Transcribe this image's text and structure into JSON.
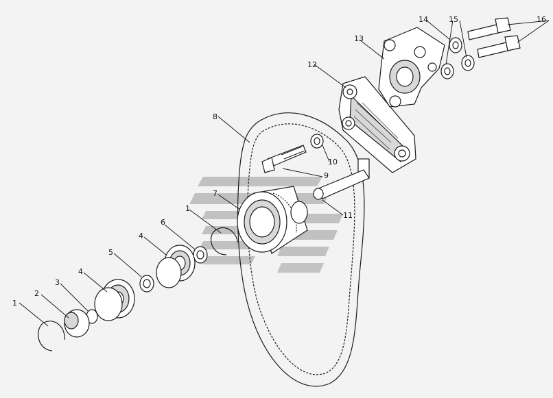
{
  "callouts": [
    {
      "id": "c1a",
      "text": "1"
    },
    {
      "id": "c2",
      "text": "2"
    },
    {
      "id": "c3",
      "text": "3"
    },
    {
      "id": "c4a",
      "text": "4"
    },
    {
      "id": "c5",
      "text": "5"
    },
    {
      "id": "c4b",
      "text": "4"
    },
    {
      "id": "c6",
      "text": "6"
    },
    {
      "id": "c1b",
      "text": "1"
    },
    {
      "id": "c7",
      "text": "7"
    },
    {
      "id": "c8",
      "text": "8"
    },
    {
      "id": "c9",
      "text": "9"
    },
    {
      "id": "c10",
      "text": "10"
    },
    {
      "id": "c11",
      "text": "11"
    },
    {
      "id": "c12",
      "text": "12"
    },
    {
      "id": "c13",
      "text": "13"
    },
    {
      "id": "c14",
      "text": "14"
    },
    {
      "id": "c15",
      "text": "15"
    },
    {
      "id": "c16",
      "text": "16"
    }
  ],
  "colors": {
    "background": "#f3f3f3",
    "line": "#1a1a1a",
    "watermark": "#9a9a9a"
  },
  "watermark": {
    "icon": "watermark-logo-icon"
  }
}
